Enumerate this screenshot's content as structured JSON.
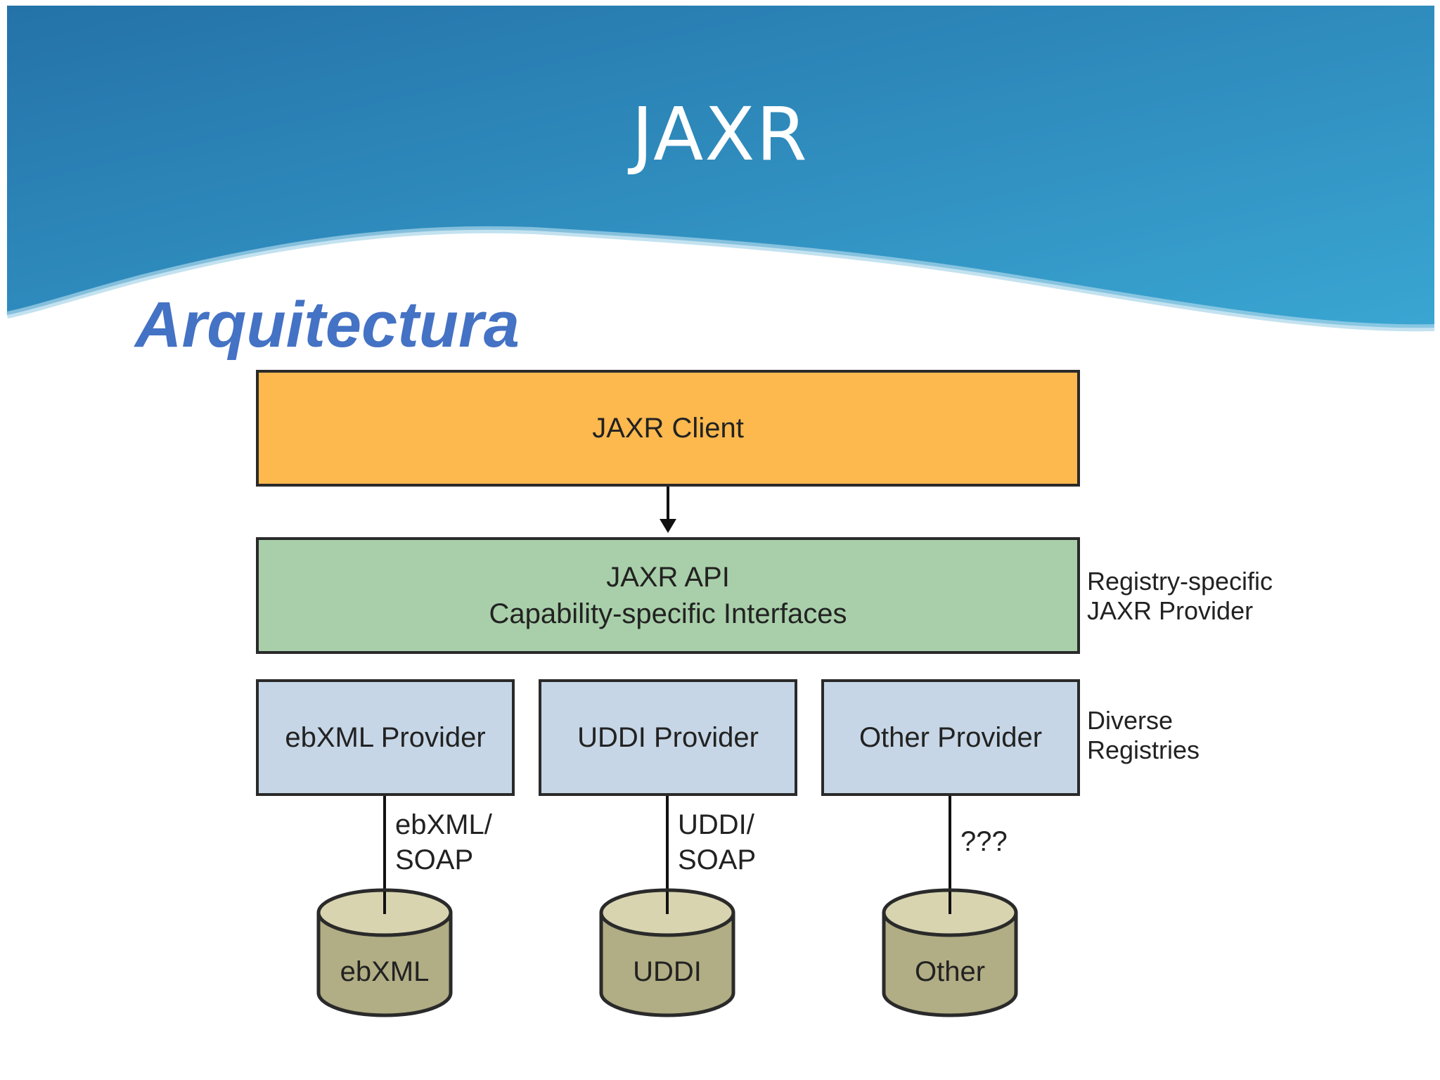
{
  "slide": {
    "title": "JAXR",
    "subtitle": "Arquitectura"
  },
  "colors": {
    "header_dark": "#2472a8",
    "header_light": "#3aa6d2",
    "subtitle": "#4472c4",
    "client_fill": "#fdb94e",
    "api_fill": "#a8cfa9",
    "provider_fill": "#c6d6e6",
    "database_fill": "#b1ad84",
    "database_top": "#d8d4b0"
  },
  "diagram": {
    "client": {
      "label": "JAXR Client"
    },
    "api": {
      "line1": "JAXR API",
      "line2": "Capability-specific Interfaces"
    },
    "api_side_label": {
      "line1": "Registry-specific",
      "line2": "JAXR Provider"
    },
    "providers_side_label": {
      "line1": "Diverse",
      "line2": "Registries"
    },
    "providers": [
      {
        "label": "ebXML Provider",
        "protocol_line1": "ebXML/",
        "protocol_line2": "SOAP",
        "database": "ebXML"
      },
      {
        "label": "UDDI Provider",
        "protocol_line1": "UDDI/",
        "protocol_line2": "SOAP",
        "database": "UDDI"
      },
      {
        "label": "Other Provider",
        "protocol_line1": "???",
        "protocol_line2": "",
        "database": "Other"
      }
    ]
  }
}
